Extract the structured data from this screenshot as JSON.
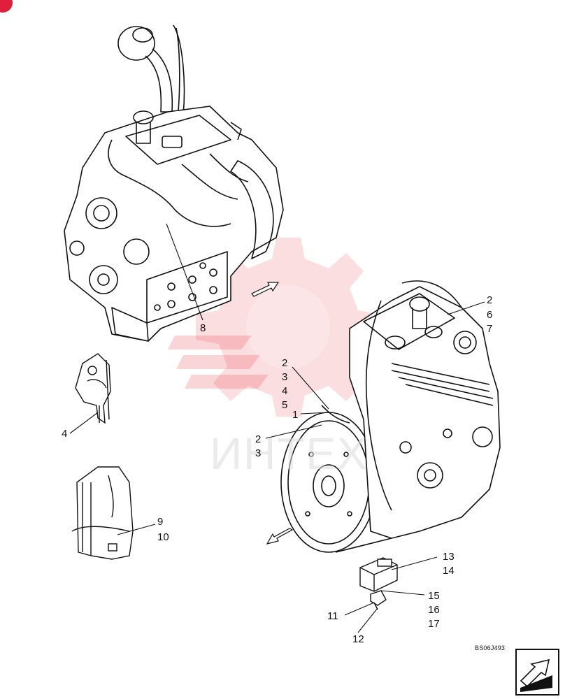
{
  "drawing_code": "BS06J493",
  "watermark_text": "ИНТЕХ",
  "callouts": {
    "c2a": "2",
    "c6": "6",
    "c7": "7",
    "c2b": "2",
    "c3a": "3",
    "c4a": "4",
    "c5": "5",
    "c1": "1",
    "c2c": "2",
    "c3b": "3",
    "c8": "8",
    "c4b": "4",
    "c9": "9",
    "c10": "10",
    "c13": "13",
    "c14": "14",
    "c15": "15",
    "c16": "16",
    "c17": "17",
    "c11": "11",
    "c12": "12"
  },
  "colors": {
    "line": "#111111",
    "watermark": "#e8333f",
    "badge": "#e0203a"
  },
  "icons": [
    "direction-arrow-icon",
    "next-page-arrow-icon",
    "watermark-gear-logo"
  ]
}
